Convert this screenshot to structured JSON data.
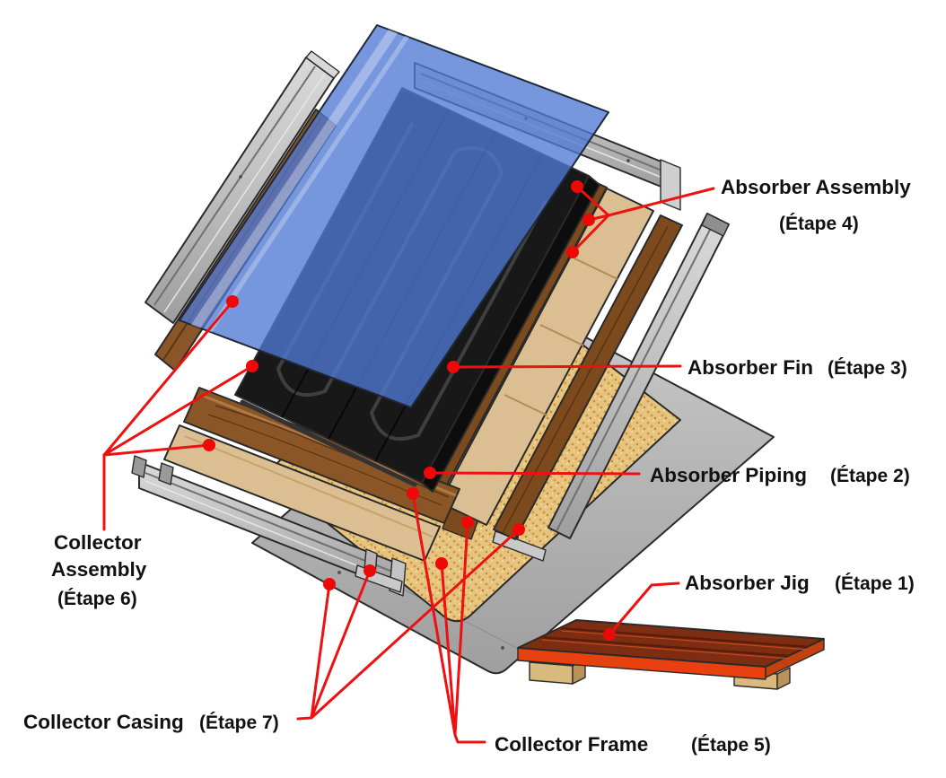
{
  "figure": {
    "kind": "exploded-assembly-diagram",
    "subject": "Solar collector exploded view with build steps",
    "background": "#ffffff",
    "callout_color": "#ee1111",
    "texts": {
      "absorber_assembly": "Absorber Assembly",
      "absorber_assembly_step": "(Étape 4)",
      "absorber_fin": "Absorber Fin",
      "absorber_fin_step": "(Étape 3)",
      "absorber_piping": "Absorber Piping",
      "absorber_piping_step": "(Étape 2)",
      "absorber_jig": "Absorber Jig",
      "absorber_jig_step": "(Étape 1)",
      "collector_assembly_line1": "Collector",
      "collector_assembly_line2": "Assembly",
      "collector_assembly_step": "(Étape 6)",
      "collector_casing": "Collector Casing",
      "collector_casing_step": "(Étape 7)",
      "collector_frame": "Collector Frame",
      "collector_frame_step": "(Étape 5)"
    },
    "part_colors": {
      "glazing_blue": "#4f79d4",
      "absorber_black": "#181818",
      "wood_dark_brown": "#7d4a1e",
      "wood_tan": "#dbbf92",
      "chipboard_tan": "#e7c47e",
      "metal_gray": "#bdbdbd",
      "jig_plank_maroon": "#7c2d12",
      "jig_edge_orange": "#e8400f"
    }
  }
}
